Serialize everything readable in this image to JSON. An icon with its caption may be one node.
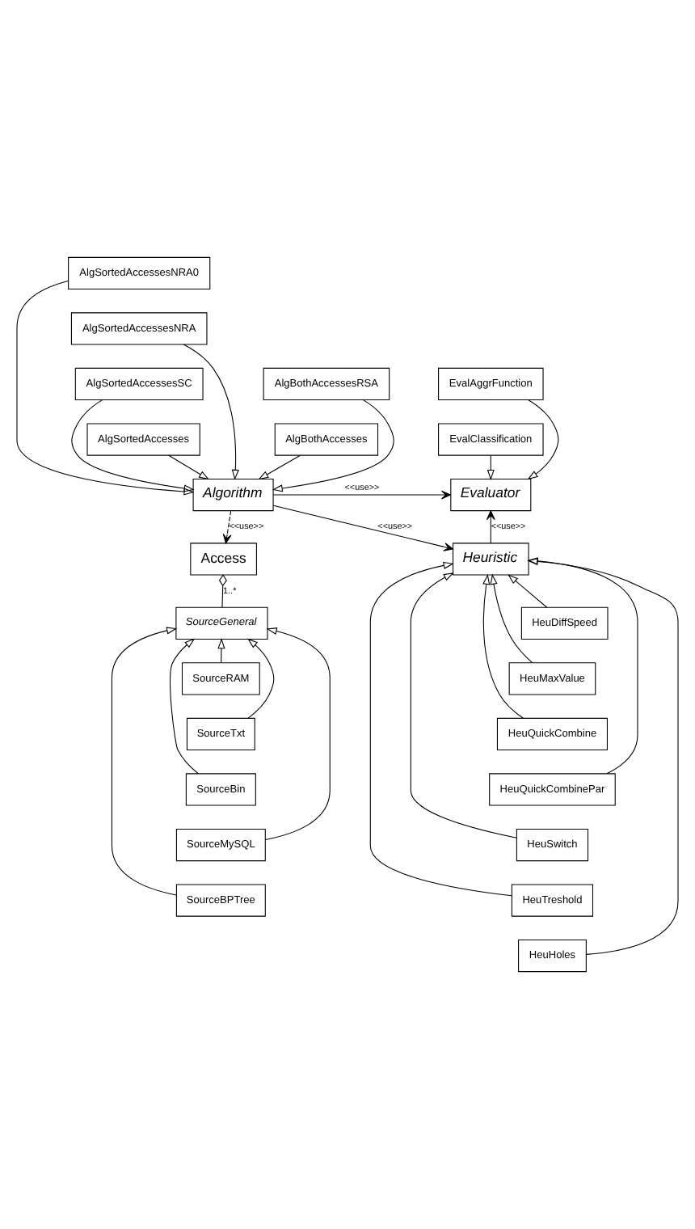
{
  "diagram": {
    "nodes": [
      {
        "text": [
          "AlgSortedAccessesNRA0"
        ]
      },
      {
        "text": [
          "AlgBothAccessesRSA"
        ]
      },
      {
        "text": [
          "AlgSortedAccessesNRA"
        ]
      },
      {
        "text": [
          "AlgBothAccesses"
        ]
      },
      {
        "text": [
          "AlgSortedAccessesSC"
        ]
      },
      {
        "text": [
          "EvalAggrFunction"
        ]
      },
      {
        "text": [
          "AlgSortedAccesses"
        ]
      },
      {
        "text": [
          "EvalClassification"
        ]
      },
      {
        "text": [
          "Algorithm"
        ]
      },
      {
        "text": [
          "Evaluator"
        ]
      },
      {
        "text": [
          "Access"
        ]
      },
      {
        "text": [
          "Heuristic"
        ]
      },
      {
        "text": [
          "SourceGeneral"
        ]
      },
      {
        "text": [
          "HeuDiffSpeed"
        ]
      },
      {
        "text": [
          "HeuMaxValue"
        ]
      },
      {
        "text": [
          "HeuQuickCombine"
        ]
      },
      {
        "text": [
          "HeuQuickCombinePar"
        ]
      },
      {
        "text": [
          "SourceRAM"
        ]
      },
      {
        "text": [
          "SourceTxt"
        ]
      },
      {
        "text": [
          "HeuSwitch"
        ]
      },
      {
        "text": [
          "SourceBin"
        ]
      },
      {
        "text": [
          "HeuTreshold"
        ]
      },
      {
        "text": [
          "SourceMySQL"
        ]
      },
      {
        "text": [
          "HeuHoles"
        ]
      },
      {
        "text": [
          "SourceBPTree"
        ]
      }
    ],
    "edges": [
      {
        "from": 0,
        "to": 8,
        "arrow": "to"
      },
      {
        "from": 1,
        "to": 8,
        "arrow": "to"
      },
      {
        "from": 2,
        "to": 8,
        "arrow": "to"
      },
      {
        "from": 3,
        "to": 8,
        "arrow": "to"
      },
      {
        "from": 4,
        "to": 8,
        "arrow": "to"
      },
      {
        "from": 6,
        "to": 8,
        "arrow": "to"
      },
      {
        "from": 5,
        "to": 9,
        "arrow": "to"
      },
      {
        "from": 7,
        "to": 9,
        "arrow": "to"
      },
      {
        "from": 8,
        "to": 9,
        "arrow": "to",
        "label": "<<use>>"
      },
      {
        "from": 8,
        "to": 10,
        "arrow": "to",
        "label": "<<use>>",
        "style": "dashed"
      },
      {
        "from": 8,
        "to": 11,
        "arrow": "to",
        "label": "<<use>>"
      },
      {
        "from": 11,
        "to": 9,
        "arrow": "to",
        "label": "<<use>>"
      },
      {
        "from": 12,
        "to": 10,
        "arrow": "other",
        "label": "1..*"
      },
      {
        "from": 13,
        "to": 11,
        "arrow": "to"
      },
      {
        "from": 14,
        "to": 11,
        "arrow": "to"
      },
      {
        "from": 15,
        "to": 11,
        "arrow": "to"
      },
      {
        "from": 16,
        "to": 11,
        "arrow": "to"
      },
      {
        "from": 19,
        "to": 11,
        "arrow": "to"
      },
      {
        "from": 21,
        "to": 11,
        "arrow": "to"
      },
      {
        "from": 23,
        "to": 11,
        "arrow": "to"
      },
      {
        "from": 17,
        "to": 12,
        "arrow": "to"
      },
      {
        "from": 18,
        "to": 12,
        "arrow": "to"
      },
      {
        "from": 20,
        "to": 12,
        "arrow": "to"
      },
      {
        "from": 22,
        "to": 12,
        "arrow": "to"
      },
      {
        "from": 24,
        "to": 12,
        "arrow": "to"
      }
    ]
  }
}
